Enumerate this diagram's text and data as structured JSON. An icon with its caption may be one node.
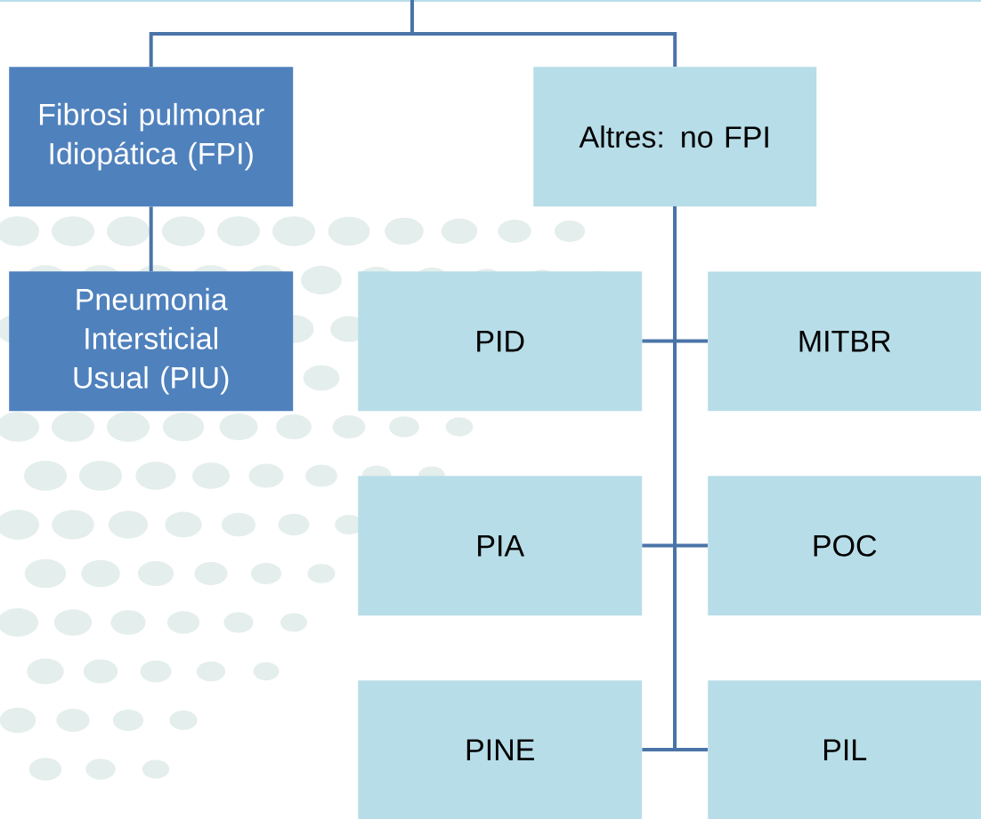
{
  "diagram": {
    "nodes": [
      {
        "text": [
          "Fibrosi pulmonar Idiopática (FPI)"
        ]
      },
      {
        "text": [
          "Altres: no FPI"
        ]
      },
      {
        "text": [
          "Pneumonia Intersticial Usual  (PIU)"
        ]
      },
      {
        "text": [
          "PID"
        ]
      },
      {
        "text": [
          "MITBR"
        ]
      },
      {
        "text": [
          "PIA"
        ]
      },
      {
        "text": [
          "POC"
        ]
      },
      {
        "text": [
          "PINE"
        ]
      },
      {
        "text": [
          "PIL"
        ]
      }
    ],
    "edges": [
      {
        "from": null,
        "to": 0,
        "arrow": "none"
      },
      {
        "from": null,
        "to": 1,
        "arrow": "none"
      },
      {
        "from": 0,
        "to": 2,
        "arrow": "none"
      },
      {
        "from": 1,
        "to": 3,
        "arrow": "none"
      },
      {
        "from": 1,
        "to": 4,
        "arrow": "none"
      },
      {
        "from": 1,
        "to": 5,
        "arrow": "none"
      },
      {
        "from": 1,
        "to": 6,
        "arrow": "none"
      },
      {
        "from": 1,
        "to": 7,
        "arrow": "none"
      },
      {
        "from": 1,
        "to": 8,
        "arrow": "none"
      }
    ]
  }
}
